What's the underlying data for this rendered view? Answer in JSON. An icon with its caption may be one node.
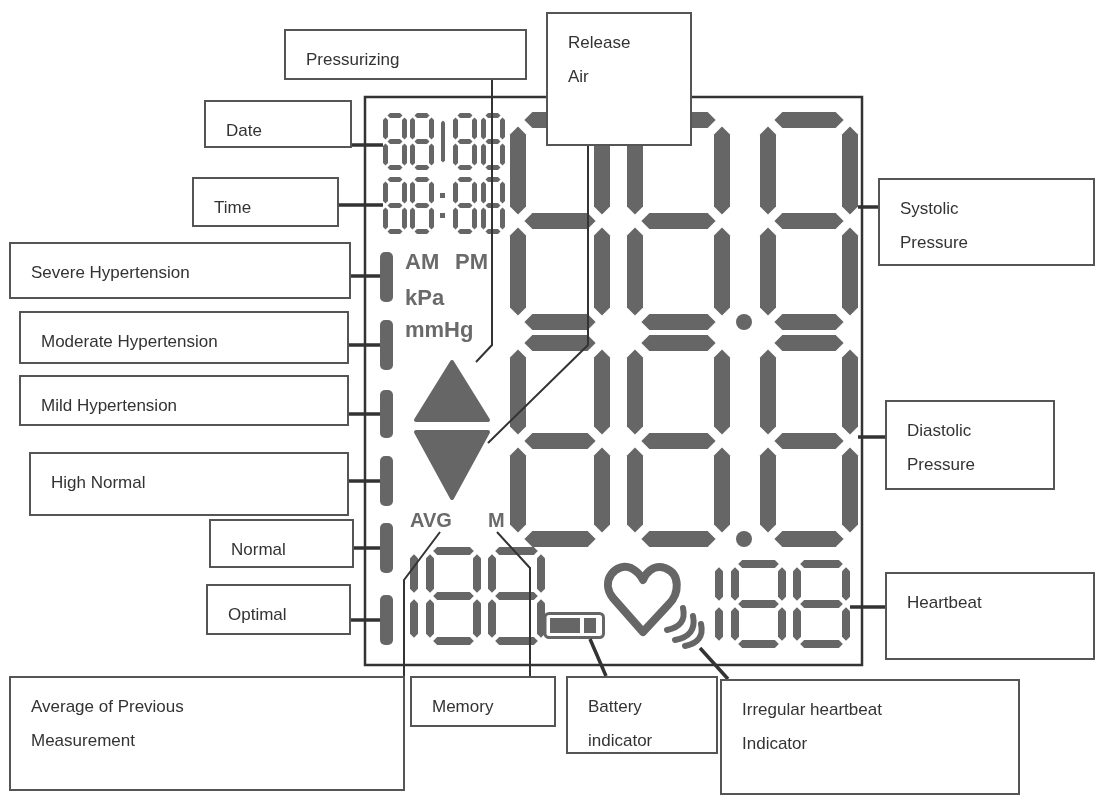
{
  "diagram": {
    "nodes": [
      {
        "text": [
          "Pressurizing"
        ]
      },
      {
        "text": [
          "Release Air"
        ]
      },
      {
        "text": [
          "Date"
        ]
      },
      {
        "text": [
          "Time"
        ]
      },
      {
        "text": [
          "Severe Hypertension"
        ]
      },
      {
        "text": [
          "Moderate Hypertension"
        ]
      },
      {
        "text": [
          "Mild Hypertension"
        ]
      },
      {
        "text": [
          "High Normal"
        ]
      },
      {
        "text": [
          "Normal"
        ]
      },
      {
        "text": [
          "Optimal"
        ]
      },
      {
        "text": [
          "Systolic Pressure"
        ]
      },
      {
        "text": [
          "Diastolic Pressure"
        ]
      },
      {
        "text": [
          "Heartbeat"
        ]
      },
      {
        "text": [
          "Average of Previous Measurement"
        ]
      },
      {
        "text": [
          "Memory"
        ]
      },
      {
        "text": [
          "Battery indicator"
        ]
      },
      {
        "text": [
          "Irregular heartbeat Indicator"
        ]
      },
      {
        "text": [],
        "shape": "display"
      },
      {
        "text": [],
        "shape": "display"
      },
      {
        "text": [],
        "shape": "bar"
      },
      {
        "text": [],
        "shape": "bar"
      },
      {
        "text": [],
        "shape": "bar"
      },
      {
        "text": [],
        "shape": "bar"
      },
      {
        "text": [],
        "shape": "bar"
      },
      {
        "text": [],
        "shape": "bar"
      },
      {
        "text": [],
        "shape": "triangle"
      },
      {
        "text": [],
        "shape": "triangle"
      },
      {
        "text": [
          "AVG"
        ]
      },
      {
        "text": [
          "M"
        ]
      },
      {
        "text": [],
        "shape": "battery"
      },
      {
        "text": [],
        "shape": "heart"
      },
      {
        "text": [],
        "shape": "display"
      },
      {
        "text": [],
        "shape": "display"
      },
      {
        "text": [],
        "shape": "display"
      }
    ],
    "edges": [
      {
        "from": 0,
        "to": 25,
        "arrow": "none"
      },
      {
        "from": 1,
        "to": 26,
        "arrow": "none"
      },
      {
        "from": 2,
        "to": 17,
        "arrow": "none"
      },
      {
        "from": 3,
        "to": 18,
        "arrow": "none"
      },
      {
        "from": 4,
        "to": 19,
        "arrow": "none"
      },
      {
        "from": 5,
        "to": 20,
        "arrow": "none"
      },
      {
        "from": 6,
        "to": 21,
        "arrow": "none"
      },
      {
        "from": 7,
        "to": 22,
        "arrow": "none"
      },
      {
        "from": 8,
        "to": 23,
        "arrow": "none"
      },
      {
        "from": 9,
        "to": 24,
        "arrow": "none"
      },
      {
        "from": 10,
        "to": 31,
        "arrow": "none"
      },
      {
        "from": 11,
        "to": 32,
        "arrow": "none"
      },
      {
        "from": 12,
        "to": 33,
        "arrow": "none"
      },
      {
        "from": 13,
        "to": 27,
        "arrow": "none"
      },
      {
        "from": 14,
        "to": 28,
        "arrow": "none"
      },
      {
        "from": 15,
        "to": 29,
        "arrow": "none"
      },
      {
        "from": 16,
        "to": 30,
        "arrow": "none"
      }
    ],
    "labels": [
      "AM",
      "PM",
      "kPa",
      "mmHg"
    ]
  }
}
